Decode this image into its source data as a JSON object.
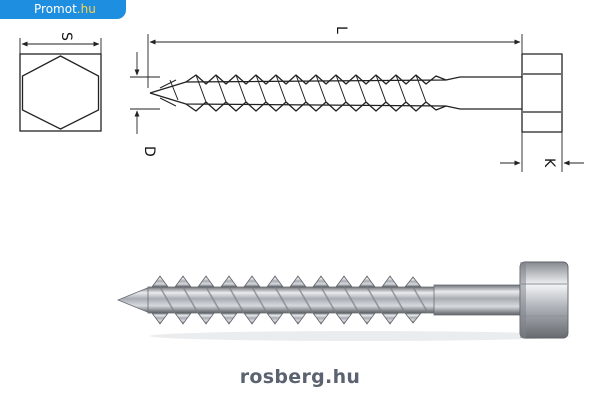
{
  "badge": {
    "name": "Promot",
    "tld": ".hu",
    "color": "#1e8fe0"
  },
  "dimensions": {
    "s": "S",
    "l": "L",
    "d": "D",
    "k": "K"
  },
  "footer": {
    "text": "rosberg.hu"
  },
  "colors": {
    "line": "#222222",
    "badge": "#1e8fe0",
    "footer": "#5b6270",
    "photo_metal": "#b9bcc2"
  },
  "icons": {
    "hex_end_view": "hexagon-outline",
    "screw_drawing": "hex-lag-screw-line-drawing",
    "screw_photo": "hex-lag-screw-photo"
  }
}
